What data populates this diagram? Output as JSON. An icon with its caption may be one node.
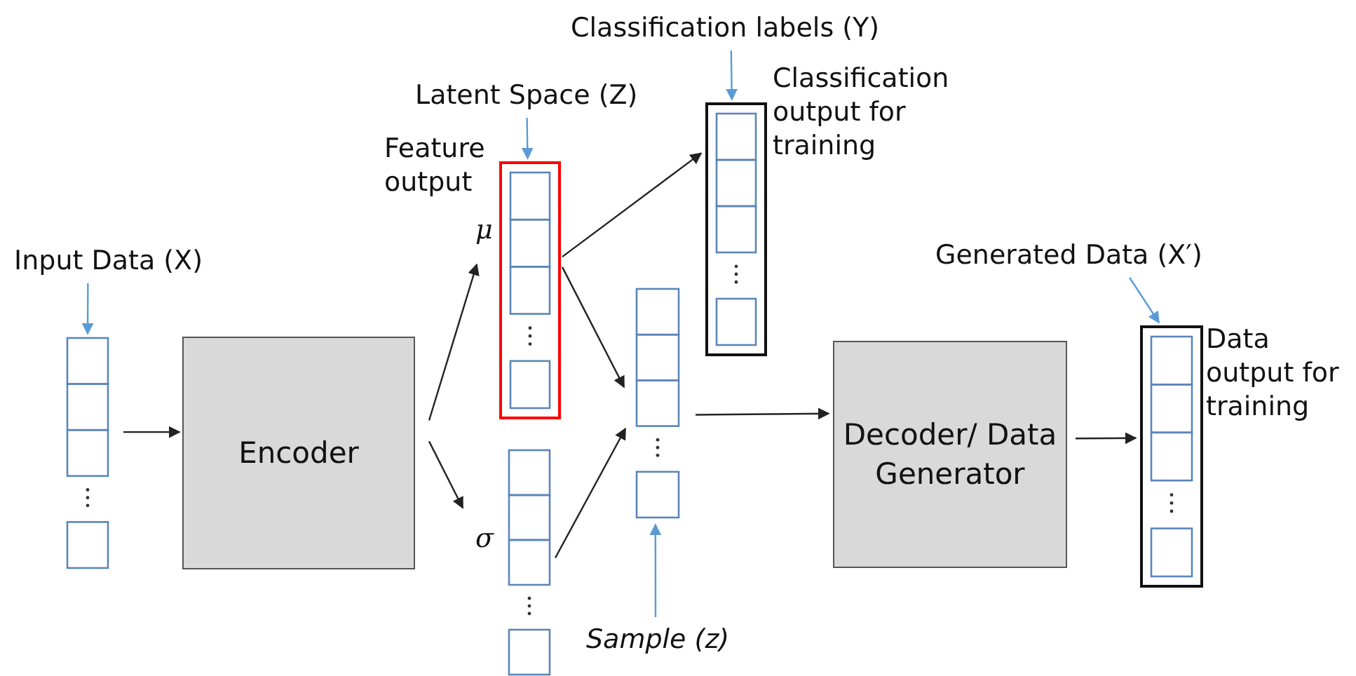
{
  "diagram": {
    "nodes": [
      {
        "text": [
          "Input Data (X)"
        ]
      },
      {
        "text": [],
        "shape": "bar"
      },
      {
        "text": [
          "Encoder"
        ]
      },
      {
        "text": [
          "Latent Space (Z)"
        ]
      },
      {
        "text": [],
        "shape": "bar",
        "beside": [
          "Feature output",
          "μ"
        ]
      },
      {
        "text": [],
        "shape": "bar",
        "beside": [
          "σ"
        ]
      },
      {
        "text": [
          "Classification labels (Y)"
        ]
      },
      {
        "text": [],
        "shape": "bar",
        "beside": [
          "Classification output for training"
        ]
      },
      {
        "text": [],
        "shape": "bar"
      },
      {
        "text": [
          "Sample (z)"
        ]
      },
      {
        "text": [
          "Decoder/ Data Generator"
        ]
      },
      {
        "text": [
          "Generated Data (X′)"
        ]
      },
      {
        "text": [],
        "shape": "bar",
        "beside": [
          "Data output for training"
        ]
      }
    ],
    "edges": [
      {
        "from": 0,
        "to": 1,
        "arrow": "to",
        "color": "#5b9bd5"
      },
      {
        "from": 1,
        "to": 2,
        "arrow": "to"
      },
      {
        "from": 2,
        "to": 4,
        "arrow": "to"
      },
      {
        "from": 2,
        "to": 5,
        "arrow": "to"
      },
      {
        "from": 3,
        "to": 4,
        "arrow": "to",
        "color": "#5b9bd5"
      },
      {
        "from": 4,
        "to": 7,
        "arrow": "to"
      },
      {
        "from": 4,
        "to": 8,
        "arrow": "to"
      },
      {
        "from": 5,
        "to": 8,
        "arrow": "to"
      },
      {
        "from": 6,
        "to": 7,
        "arrow": "to",
        "color": "#5b9bd5"
      },
      {
        "from": 9,
        "to": 8,
        "arrow": "to",
        "color": "#5b9bd5"
      },
      {
        "from": 8,
        "to": 10,
        "arrow": "to"
      },
      {
        "from": 10,
        "to": 12,
        "arrow": "to"
      },
      {
        "from": 11,
        "to": 12,
        "arrow": "to",
        "color": "#5b9bd5"
      }
    ]
  }
}
